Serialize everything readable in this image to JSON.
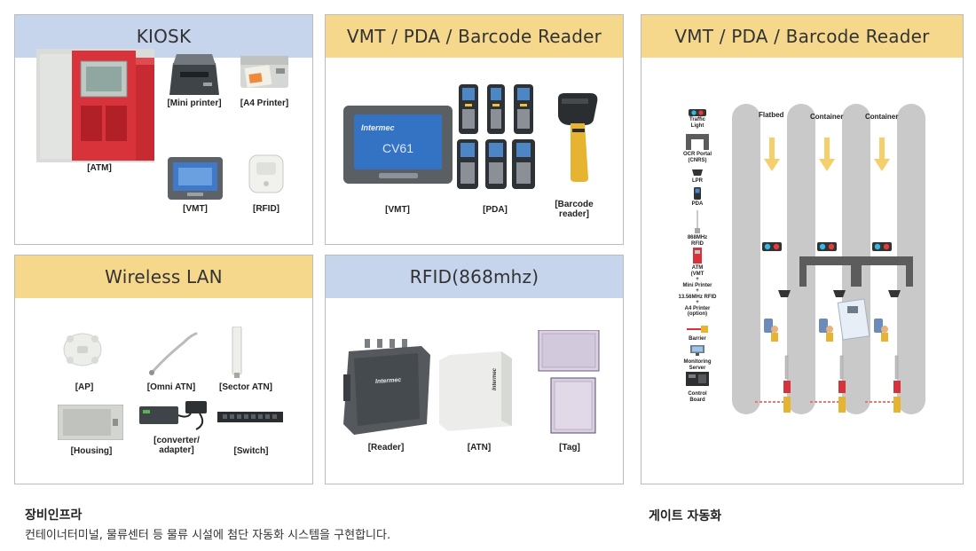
{
  "panels": {
    "kiosk": {
      "title": "KIOSK",
      "labels": {
        "atm": "[ATM]",
        "mini_printer": "[Mini printer]",
        "a4_printer": "[A4 Printer]",
        "vmt": "[VMT]",
        "rfid": "[RFID]"
      }
    },
    "vmt_pda": {
      "title": "VMT / PDA / Barcode Reader",
      "device_brand": "Intermec",
      "device_model": "CV61",
      "labels": {
        "vmt": "[VMT]",
        "pda": "[PDA]",
        "barcode_reader_line1": "[Barcode",
        "barcode_reader_line2": "reader]"
      }
    },
    "gate": {
      "title": "VMT / PDA / Barcode Reader",
      "legend": {
        "traffic_light_1": "Traffic",
        "traffic_light_2": "Light",
        "ocr_portal_1": "OCR Portal",
        "ocr_portal_2": "(CNRS)",
        "lpr": "LPR",
        "pda": "PDA",
        "rfid_1": "868MHz",
        "rfid_2": "RFID",
        "atm_1": "ATM",
        "atm_2": "(VMT",
        "atm_3": "+",
        "atm_4": "Mini Printer",
        "atm_5": "+",
        "atm_6": "13.56MHz RFID",
        "atm_7": "+",
        "atm_8": "A4 Printer",
        "atm_9": "(option)",
        "barrier": "Barrier",
        "monitoring_1": "Monitoring",
        "monitoring_2": "Server",
        "control_1": "Control",
        "control_2": "Board"
      },
      "lanes": {
        "lane1": "Flatbed",
        "lane2": "Container",
        "lane3": "Container"
      }
    },
    "wireless": {
      "title": "Wireless LAN",
      "labels": {
        "ap": "[AP]",
        "omni_atn": "[Omni ATN]",
        "sector_atn": "[Sector ATN]",
        "housing": "[Housing]",
        "converter_1": "[converter/",
        "converter_2": "adapter]",
        "switch": "[Switch]"
      }
    },
    "rfid": {
      "title": "RFID(868mhz)",
      "device_brand": "Intermec",
      "labels": {
        "reader": "[Reader]",
        "atn": "[ATN]",
        "tag": "[Tag]"
      }
    }
  },
  "captions": {
    "left_title": "장비인프라",
    "left_text": "컨테이너터미널, 물류센터 등 물류 시설에 첨단 자동화 시스템을 구현합니다.",
    "right_title": "게이트 자동화"
  },
  "colors": {
    "header_blue": "#c6d4ec",
    "header_yellow": "#f6d88c",
    "border": "#bdbdbd"
  }
}
